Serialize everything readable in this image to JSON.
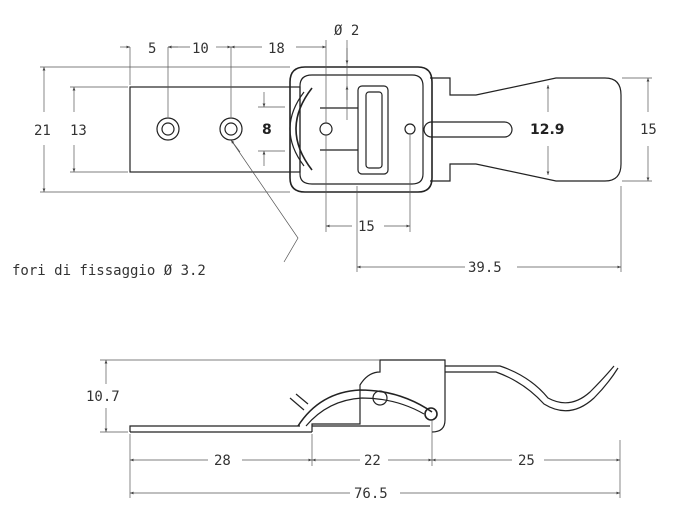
{
  "top_view": {
    "dimensions": {
      "d5": "5",
      "d10": "10",
      "d18": "18",
      "d2": "Ø 2",
      "d21": "21",
      "d13": "13",
      "d8": "8",
      "d12_9": "12.9",
      "d15_height": "15",
      "d15_width": "15",
      "d39_5": "39.5"
    },
    "note": "fori di fissaggio Ø 3.2"
  },
  "side_view": {
    "dimensions": {
      "d10_7": "10.7",
      "d28": "28",
      "d22": "22",
      "d25": "25",
      "d76_5": "76.5"
    }
  }
}
